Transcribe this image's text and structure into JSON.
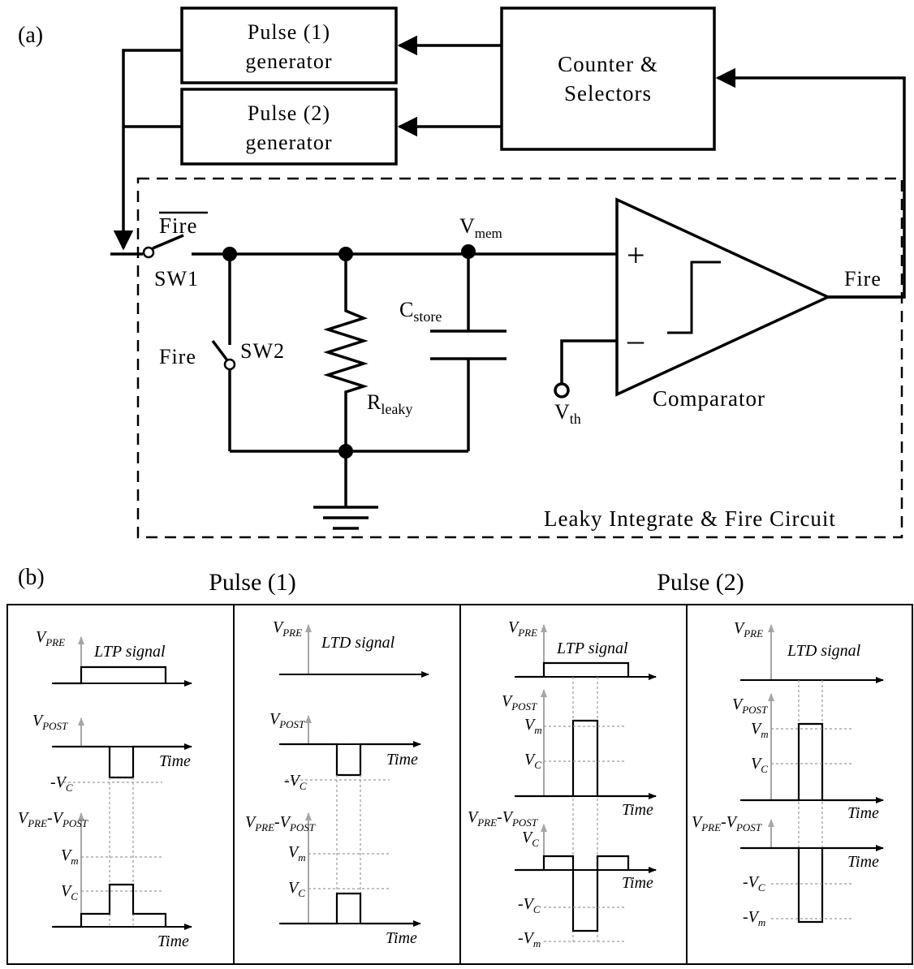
{
  "panel_a": {
    "label": "(a)",
    "pulse1_gen": [
      "Pulse (1)",
      "generator"
    ],
    "pulse2_gen": [
      "Pulse (2)",
      "generator"
    ],
    "counter": [
      "Counter &",
      "Selectors"
    ],
    "fire_bar": "Fire",
    "sw1": "SW1",
    "sw2": "SW2",
    "fire_sw2": "Fire",
    "vmem": "V",
    "vmem_sub": "mem",
    "cstore": "C",
    "cstore_sub": "store",
    "rleaky": "R",
    "rleaky_sub": "leaky",
    "vth": "V",
    "vth_sub": "th",
    "plus": "+",
    "minus": "–",
    "comparator": "Comparator",
    "fire_out": "Fire",
    "lif_caption": "Leaky Integrate & Fire Circuit"
  },
  "panel_b": {
    "label": "(b)",
    "pulse1_title": "Pulse (1)",
    "pulse2_title": "Pulse (2)",
    "ltp": "LTP signal",
    "ltd": "LTD signal",
    "vpre": "V",
    "vpre_sub": "PRE",
    "vpost": "V",
    "vpost_sub": "POST",
    "diff": "V",
    "diff_mid": "-V",
    "time": "Time",
    "vm": "V",
    "vm_sub": "m",
    "vc": "V",
    "vc_sub": "C",
    "neg_vc": "-V",
    "neg_vm": "-V"
  }
}
